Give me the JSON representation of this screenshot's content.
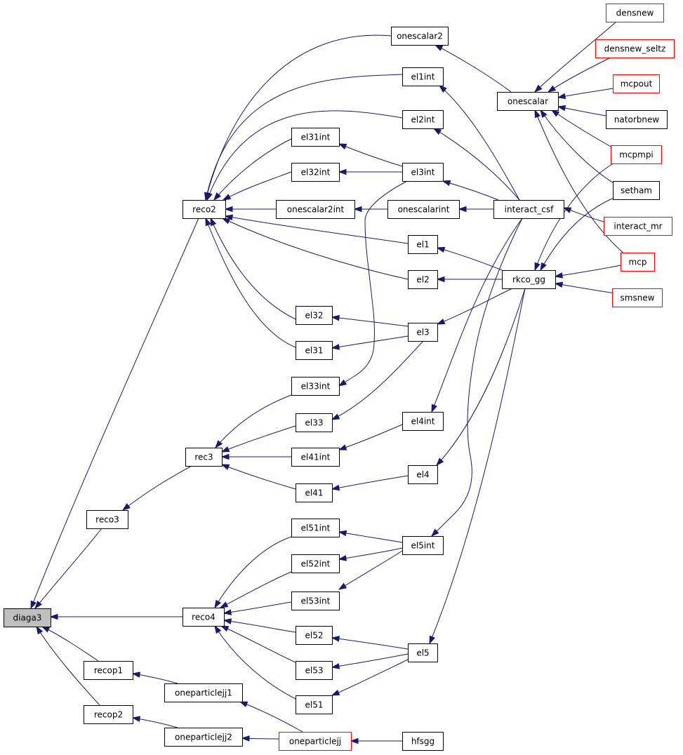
{
  "colors": {
    "edge": "#191970",
    "node_border": "#000000",
    "node_border_highlight": "#ff0000",
    "root_fill": "#bfbfbf",
    "node_fill": "#ffffff"
  },
  "nodes": [
    {
      "id": "diaga3",
      "label": "diaga3",
      "style": "root"
    },
    {
      "id": "reco2",
      "label": "reco2",
      "style": "normal"
    },
    {
      "id": "reco3",
      "label": "reco3",
      "style": "normal"
    },
    {
      "id": "reco4",
      "label": "reco4",
      "style": "normal"
    },
    {
      "id": "recop1",
      "label": "recop1",
      "style": "normal"
    },
    {
      "id": "recop2",
      "label": "recop2",
      "style": "normal"
    },
    {
      "id": "rec3",
      "label": "rec3",
      "style": "normal"
    },
    {
      "id": "oneparticlejj1",
      "label": "oneparticlejj1",
      "style": "normal"
    },
    {
      "id": "oneparticlejj2",
      "label": "oneparticlejj2",
      "style": "normal"
    },
    {
      "id": "onescalar2",
      "label": "onescalar2",
      "style": "normal"
    },
    {
      "id": "el1int",
      "label": "el1int",
      "style": "normal"
    },
    {
      "id": "el2int",
      "label": "el2int",
      "style": "normal"
    },
    {
      "id": "el31int",
      "label": "el31int",
      "style": "normal"
    },
    {
      "id": "el32int",
      "label": "el32int",
      "style": "normal"
    },
    {
      "id": "onescalar2int",
      "label": "onescalar2int",
      "style": "normal"
    },
    {
      "id": "el1",
      "label": "el1",
      "style": "normal"
    },
    {
      "id": "el2",
      "label": "el2",
      "style": "normal"
    },
    {
      "id": "el32",
      "label": "el32",
      "style": "normal"
    },
    {
      "id": "el31",
      "label": "el31",
      "style": "normal"
    },
    {
      "id": "el33int",
      "label": "el33int",
      "style": "normal"
    },
    {
      "id": "el33",
      "label": "el33",
      "style": "normal"
    },
    {
      "id": "el41int",
      "label": "el41int",
      "style": "normal"
    },
    {
      "id": "el41",
      "label": "el41",
      "style": "normal"
    },
    {
      "id": "el51int",
      "label": "el51int",
      "style": "normal"
    },
    {
      "id": "el52int",
      "label": "el52int",
      "style": "normal"
    },
    {
      "id": "el53int",
      "label": "el53int",
      "style": "normal"
    },
    {
      "id": "el52",
      "label": "el52",
      "style": "normal"
    },
    {
      "id": "el53",
      "label": "el53",
      "style": "normal"
    },
    {
      "id": "el51",
      "label": "el51",
      "style": "normal"
    },
    {
      "id": "el3int",
      "label": "el3int",
      "style": "normal"
    },
    {
      "id": "onescalarint",
      "label": "onescalarint",
      "style": "normal"
    },
    {
      "id": "el3",
      "label": "el3",
      "style": "normal"
    },
    {
      "id": "el4int",
      "label": "el4int",
      "style": "normal"
    },
    {
      "id": "el4",
      "label": "el4",
      "style": "normal"
    },
    {
      "id": "el5int",
      "label": "el5int",
      "style": "normal"
    },
    {
      "id": "el5",
      "label": "el5",
      "style": "normal"
    },
    {
      "id": "oneparticlejj",
      "label": "oneparticlejj",
      "style": "highlight"
    },
    {
      "id": "onescalar",
      "label": "onescalar",
      "style": "normal"
    },
    {
      "id": "interact_csf",
      "label": "interact_csf",
      "style": "normal"
    },
    {
      "id": "rkco_gg",
      "label": "rkco_gg",
      "style": "normal"
    },
    {
      "id": "hfsgg",
      "label": "hfsgg",
      "style": "normal"
    },
    {
      "id": "densnew",
      "label": "densnew",
      "style": "highlight"
    },
    {
      "id": "densnew_seltz",
      "label": "densnew_seltz",
      "style": "highlight"
    },
    {
      "id": "mcpout",
      "label": "mcpout",
      "style": "highlight"
    },
    {
      "id": "natorbnew",
      "label": "natorbnew",
      "style": "normal"
    },
    {
      "id": "mcpmpi",
      "label": "mcpmpi",
      "style": "highlight"
    },
    {
      "id": "setham",
      "label": "setham",
      "style": "normal"
    },
    {
      "id": "interact_mr",
      "label": "interact_mr",
      "style": "highlight"
    },
    {
      "id": "mcp",
      "label": "mcp",
      "style": "highlight"
    },
    {
      "id": "smsnew",
      "label": "smsnew",
      "style": "highlight"
    }
  ],
  "edges": [
    {
      "from": "reco2",
      "to": "diaga3"
    },
    {
      "from": "reco3",
      "to": "diaga3"
    },
    {
      "from": "reco4",
      "to": "diaga3"
    },
    {
      "from": "recop1",
      "to": "diaga3"
    },
    {
      "from": "recop2",
      "to": "diaga3"
    },
    {
      "from": "onescalar2",
      "to": "reco2"
    },
    {
      "from": "el1int",
      "to": "reco2"
    },
    {
      "from": "el2int",
      "to": "reco2"
    },
    {
      "from": "el31int",
      "to": "reco2"
    },
    {
      "from": "el32int",
      "to": "reco2"
    },
    {
      "from": "onescalar2int",
      "to": "reco2"
    },
    {
      "from": "el1",
      "to": "reco2"
    },
    {
      "from": "el2",
      "to": "reco2"
    },
    {
      "from": "el32",
      "to": "reco2"
    },
    {
      "from": "el31",
      "to": "reco2"
    },
    {
      "from": "rec3",
      "to": "reco3"
    },
    {
      "from": "el33int",
      "to": "rec3"
    },
    {
      "from": "el33",
      "to": "rec3"
    },
    {
      "from": "el41int",
      "to": "rec3"
    },
    {
      "from": "el41",
      "to": "rec3"
    },
    {
      "from": "el51int",
      "to": "reco4"
    },
    {
      "from": "el52int",
      "to": "reco4"
    },
    {
      "from": "el53int",
      "to": "reco4"
    },
    {
      "from": "el52",
      "to": "reco4"
    },
    {
      "from": "el53",
      "to": "reco4"
    },
    {
      "from": "el51",
      "to": "reco4"
    },
    {
      "from": "oneparticlejj1",
      "to": "recop1"
    },
    {
      "from": "oneparticlejj2",
      "to": "recop2"
    },
    {
      "from": "onescalar",
      "to": "onescalar2"
    },
    {
      "from": "interact_csf",
      "to": "el1int"
    },
    {
      "from": "interact_csf",
      "to": "el2int"
    },
    {
      "from": "el3int",
      "to": "el31int"
    },
    {
      "from": "el3int",
      "to": "el32int"
    },
    {
      "from": "onescalarint",
      "to": "onescalar2int"
    },
    {
      "from": "rkco_gg",
      "to": "el1"
    },
    {
      "from": "rkco_gg",
      "to": "el2"
    },
    {
      "from": "el3",
      "to": "el32"
    },
    {
      "from": "el3",
      "to": "el31"
    },
    {
      "from": "el3int",
      "to": "el33int"
    },
    {
      "from": "el3",
      "to": "el33"
    },
    {
      "from": "el4int",
      "to": "el41int"
    },
    {
      "from": "el4",
      "to": "el41"
    },
    {
      "from": "el5int",
      "to": "el51int"
    },
    {
      "from": "el5int",
      "to": "el52int"
    },
    {
      "from": "el5int",
      "to": "el53int"
    },
    {
      "from": "el5",
      "to": "el52"
    },
    {
      "from": "el5",
      "to": "el53"
    },
    {
      "from": "el5",
      "to": "el51"
    },
    {
      "from": "oneparticlejj",
      "to": "oneparticlejj1"
    },
    {
      "from": "oneparticlejj",
      "to": "oneparticlejj2"
    },
    {
      "from": "interact_csf",
      "to": "el3int"
    },
    {
      "from": "interact_csf",
      "to": "onescalarint"
    },
    {
      "from": "rkco_gg",
      "to": "el3"
    },
    {
      "from": "interact_csf",
      "to": "el4int"
    },
    {
      "from": "rkco_gg",
      "to": "el4"
    },
    {
      "from": "interact_csf",
      "to": "el5int"
    },
    {
      "from": "rkco_gg",
      "to": "el5"
    },
    {
      "from": "hfsgg",
      "to": "oneparticlejj"
    },
    {
      "from": "densnew",
      "to": "onescalar"
    },
    {
      "from": "densnew_seltz",
      "to": "onescalar"
    },
    {
      "from": "mcpout",
      "to": "onescalar"
    },
    {
      "from": "natorbnew",
      "to": "onescalar"
    },
    {
      "from": "mcpmpi",
      "to": "onescalar"
    },
    {
      "from": "setham",
      "to": "onescalar"
    },
    {
      "from": "mcp",
      "to": "onescalar"
    },
    {
      "from": "interact_mr",
      "to": "interact_csf"
    },
    {
      "from": "mcpmpi",
      "to": "rkco_gg"
    },
    {
      "from": "setham",
      "to": "rkco_gg"
    },
    {
      "from": "mcp",
      "to": "rkco_gg"
    },
    {
      "from": "smsnew",
      "to": "rkco_gg"
    }
  ]
}
